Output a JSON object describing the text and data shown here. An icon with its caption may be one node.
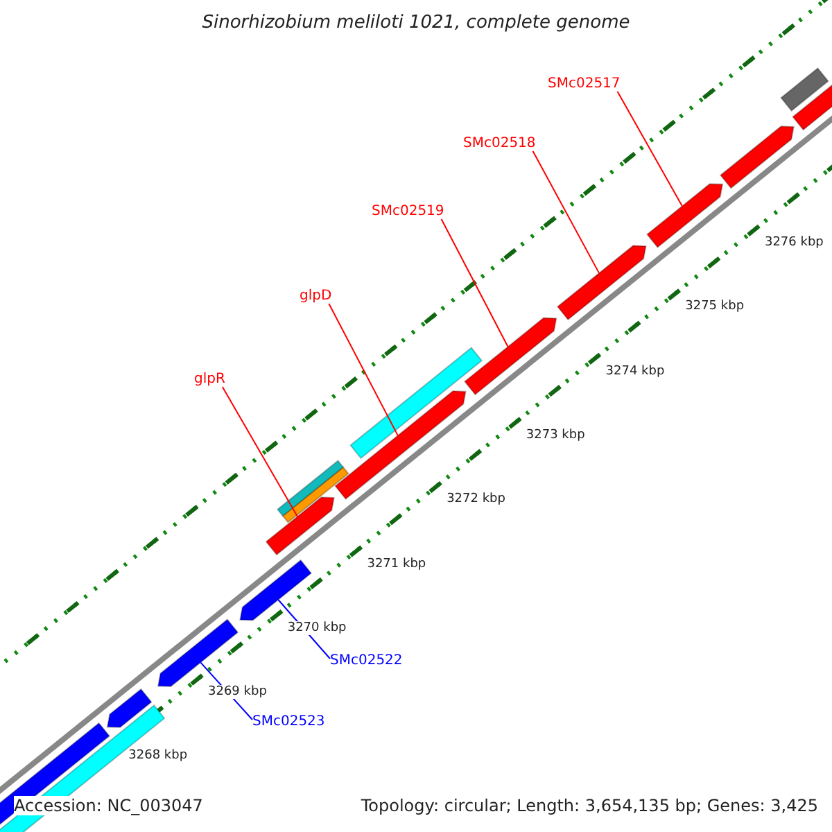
{
  "diagram": {
    "title": "Sinorhizobium meliloti 1021, complete genome",
    "nodes": [
      {
        "text": [
          "SMc02517"
        ]
      },
      {
        "text": [
          "SMc02518"
        ]
      },
      {
        "text": [
          "SMc02519"
        ]
      },
      {
        "text": [
          "glpD"
        ]
      },
      {
        "text": [
          "glpR"
        ]
      },
      {
        "text": [
          "SMc02522"
        ]
      },
      {
        "text": [
          "SMc02523"
        ]
      },
      {
        "text": [],
        "shape": "arrow"
      },
      {
        "text": [],
        "shape": "arrow"
      },
      {
        "text": [],
        "shape": "arrow"
      },
      {
        "text": [],
        "shape": "arrow"
      },
      {
        "text": [],
        "shape": "arrow"
      },
      {
        "text": [],
        "shape": "arrow"
      },
      {
        "text": [],
        "shape": "bar"
      },
      {
        "text": [],
        "shape": "bar"
      },
      {
        "text": [],
        "shape": "arrow"
      },
      {
        "text": [],
        "shape": "bar"
      },
      {
        "text": [],
        "shape": "arrow"
      },
      {
        "text": [],
        "shape": "arrow"
      },
      {
        "text": [],
        "shape": "arrow"
      },
      {
        "text": [],
        "shape": "arrow"
      },
      {
        "text": [],
        "shape": "arrow"
      },
      {
        "text": [],
        "shape": "arrow"
      }
    ],
    "edges": [
      {
        "from": 0,
        "to": 19,
        "arrow": "none"
      },
      {
        "from": 1,
        "to": 18,
        "arrow": "none"
      },
      {
        "from": 2,
        "to": 17,
        "arrow": "none"
      },
      {
        "from": 3,
        "to": 15,
        "arrow": "none"
      },
      {
        "from": 4,
        "to": 12,
        "arrow": "none"
      },
      {
        "from": 5,
        "to": 11,
        "arrow": "none",
        "color": "#0000ff"
      },
      {
        "from": 6,
        "to": 10,
        "arrow": "none",
        "color": "#0000ff"
      }
    ],
    "labels": [
      "3276 kbp",
      "3275 kbp",
      "3274 kbp",
      "3273 kbp",
      "3272 kbp",
      "3271 kbp",
      "3270 kbp",
      "3269 kbp",
      "3268 kbp",
      "Accession: NC_003047",
      "Topology: circular; Length: 3,654,135 bp; Genes: 3,425"
    ]
  }
}
